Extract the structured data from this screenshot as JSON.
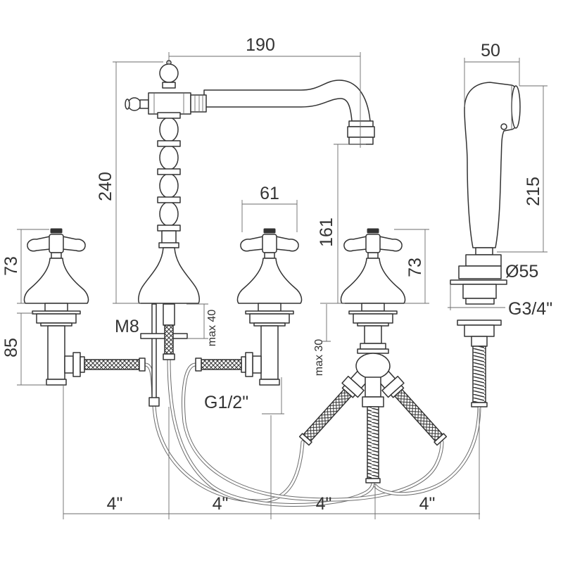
{
  "drawing": {
    "line_color": "#333333"
  },
  "labels": {
    "spout_reach": "190",
    "shower_head_width": "50",
    "spout_height": "240",
    "valve_handle_width": "61",
    "outlet_height": "161",
    "shower_length": "215",
    "left_valve_height": "73",
    "diverter_height": "73",
    "left_shank_length": "85",
    "rod_thread": "M8",
    "spout_max_thickness": "max 40",
    "diverter_max_thickness": "max 30",
    "shower_flange_diameter": "Ø55",
    "shower_thread": "G3/4\"",
    "valve_thread": "G1/2\"",
    "spacing": [
      "4\"",
      "4\"",
      "4\"",
      "4\""
    ]
  }
}
